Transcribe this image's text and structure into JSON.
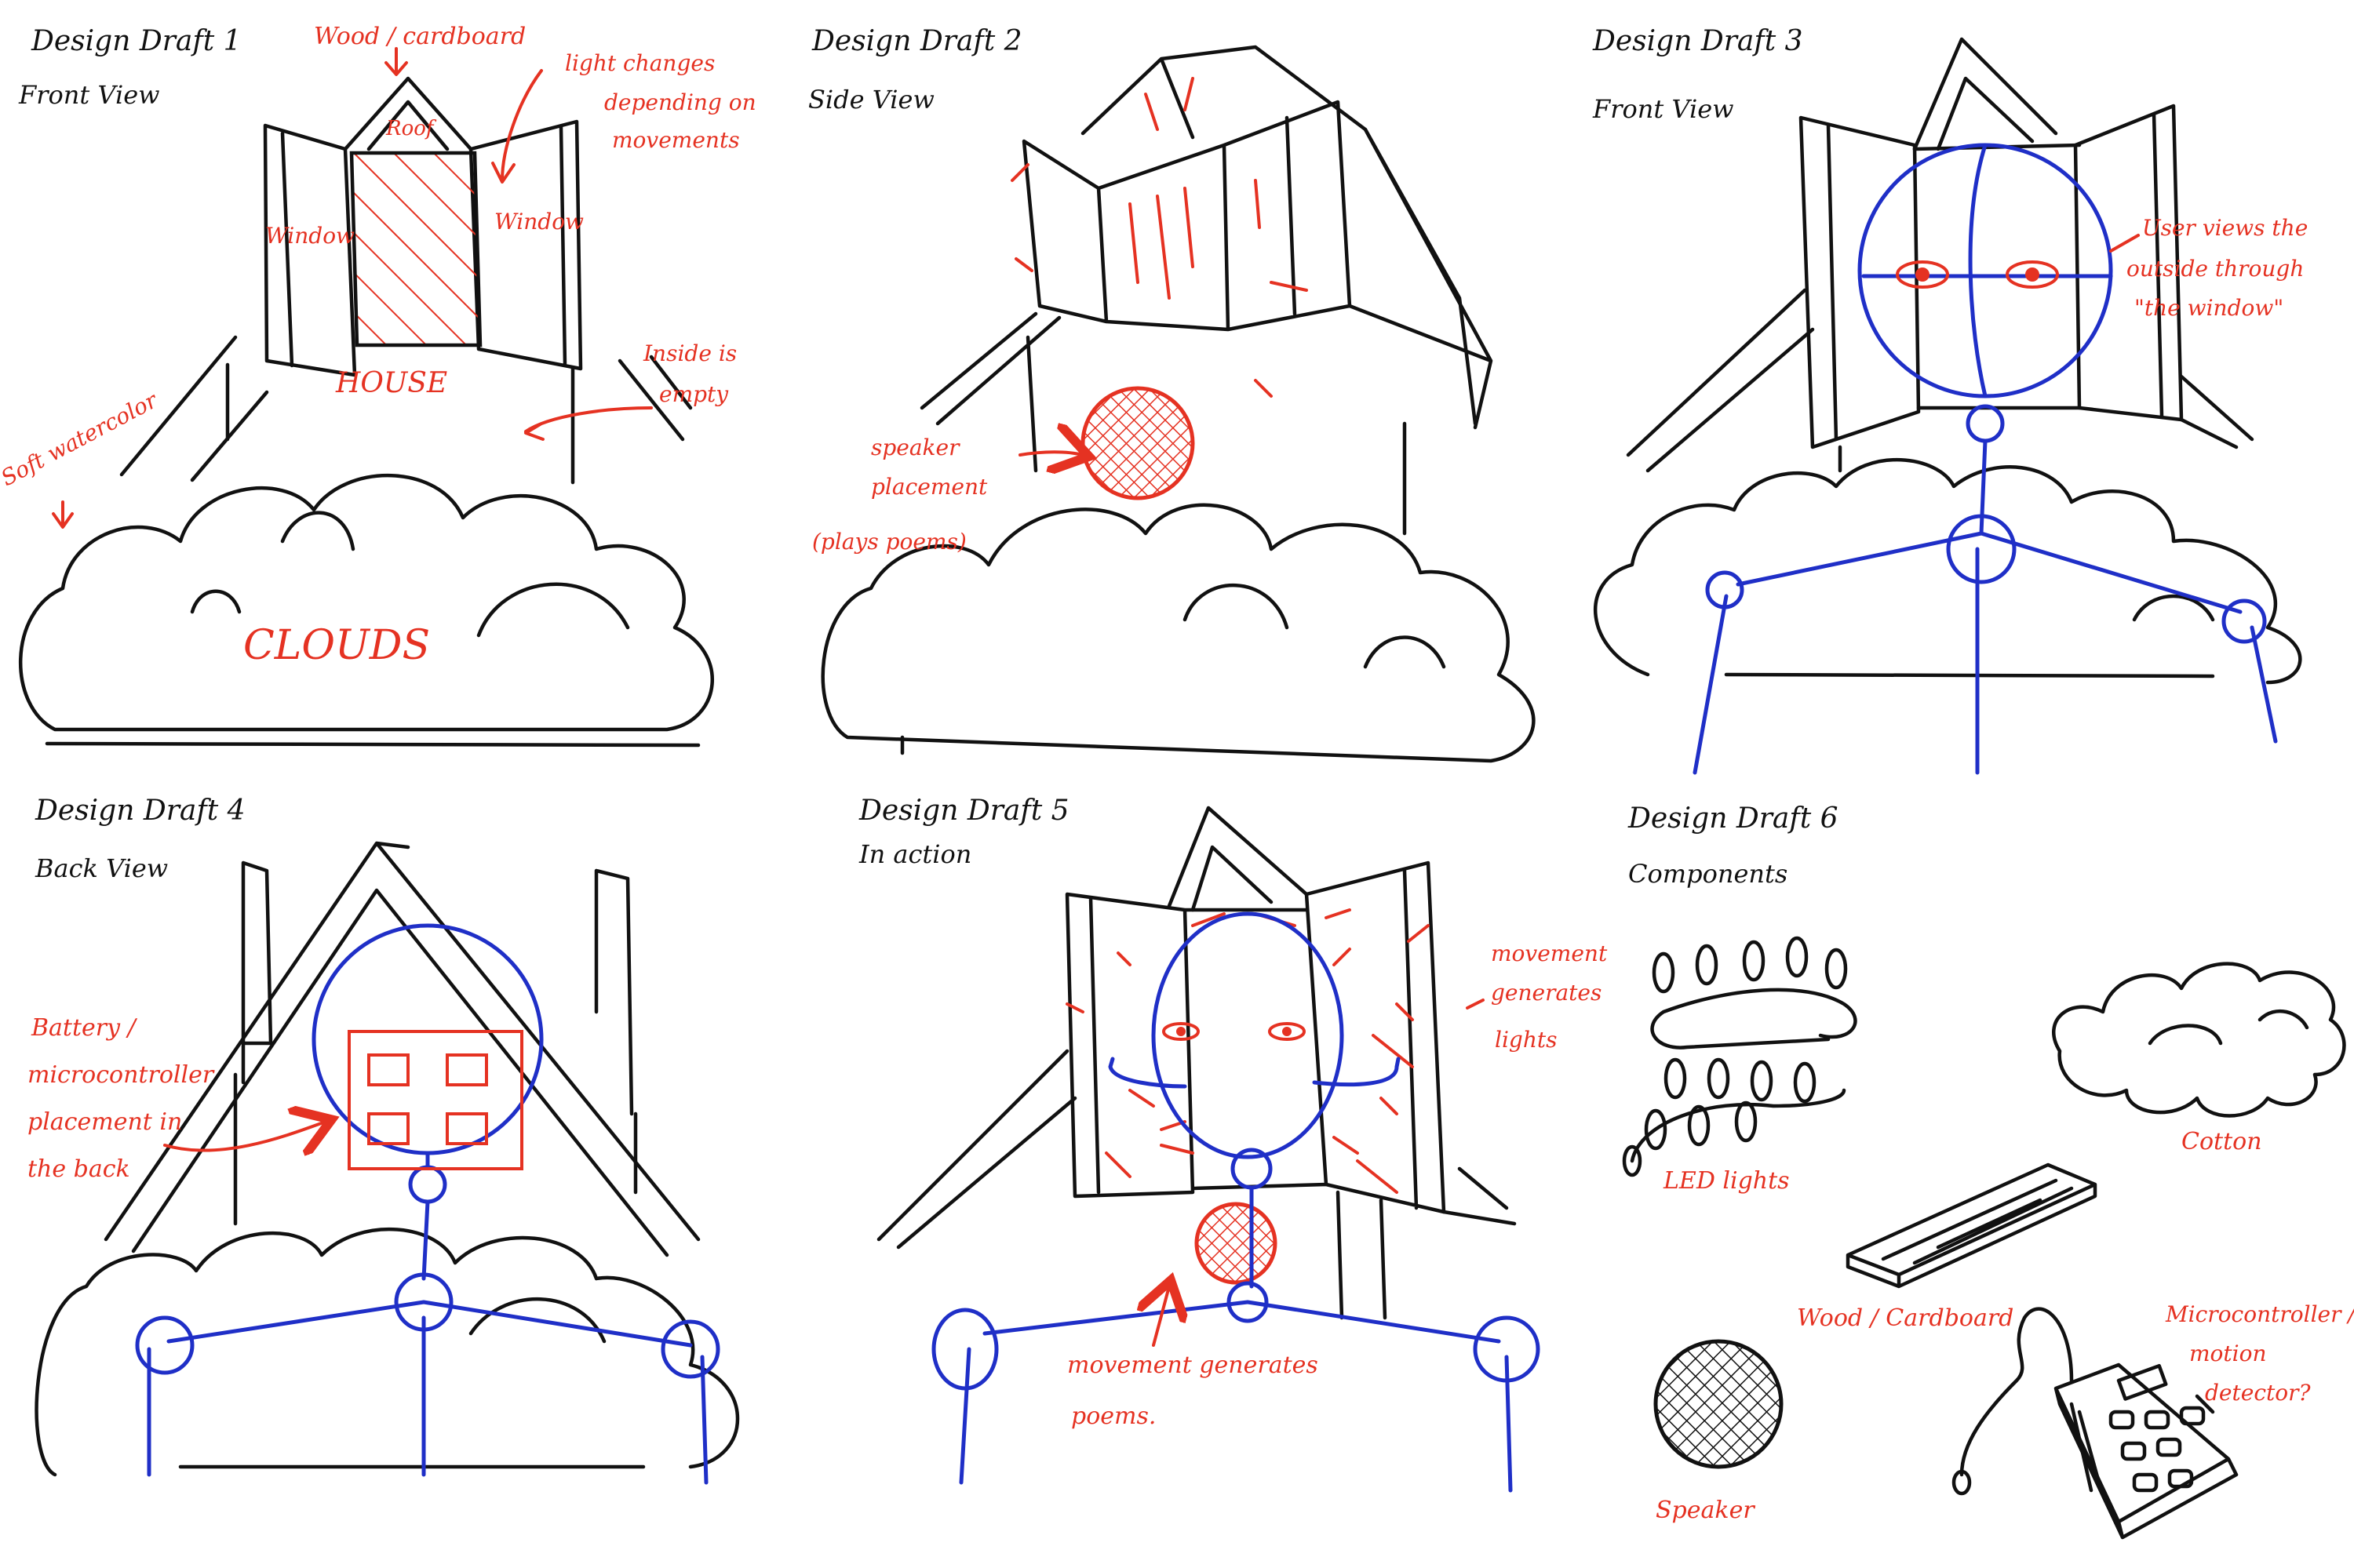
{
  "colors": {
    "ink": "#111111",
    "annotation": "#e53222",
    "figure": "#1f2fc7"
  },
  "drafts": [
    {
      "title": "Design Draft 1",
      "view": "Front View",
      "labels": {
        "material": "Wood / cardboard",
        "roof": "Roof",
        "window_left": "Window",
        "window_right": "Window",
        "house": "HOUSE",
        "light_note": [
          "light changes",
          "depending on",
          "movements"
        ],
        "inside_note": [
          "Inside is",
          "empty"
        ],
        "soft_note": "Soft watercolor",
        "clouds": "CLOUDS"
      }
    },
    {
      "title": "Design Draft 2",
      "view": "Side View",
      "labels": {
        "speaker_note": [
          "speaker",
          "placement",
          "(plays poems)"
        ]
      }
    },
    {
      "title": "Design Draft 3",
      "view": "Front View",
      "labels": {
        "user_note": [
          "User views the",
          "outside through",
          "\"the window\""
        ]
      }
    },
    {
      "title": "Design Draft 4",
      "view": "Back View",
      "labels": {
        "battery_note": [
          "Battery /",
          "microcontroller",
          "placement in",
          "the back"
        ]
      }
    },
    {
      "title": "Design Draft 5",
      "view": "In action",
      "labels": {
        "lights_note": [
          "movement",
          "generates",
          "lights"
        ],
        "poems_note": [
          "movement generates",
          "poems."
        ]
      }
    },
    {
      "title": "Design Draft 6",
      "view": "Components",
      "labels": {
        "led": "LED lights",
        "cotton": "Cotton",
        "wood": "Wood / Cardboard",
        "speaker": "Speaker",
        "micro": [
          "Microcontroller /",
          "motion",
          "detector?"
        ]
      }
    }
  ]
}
